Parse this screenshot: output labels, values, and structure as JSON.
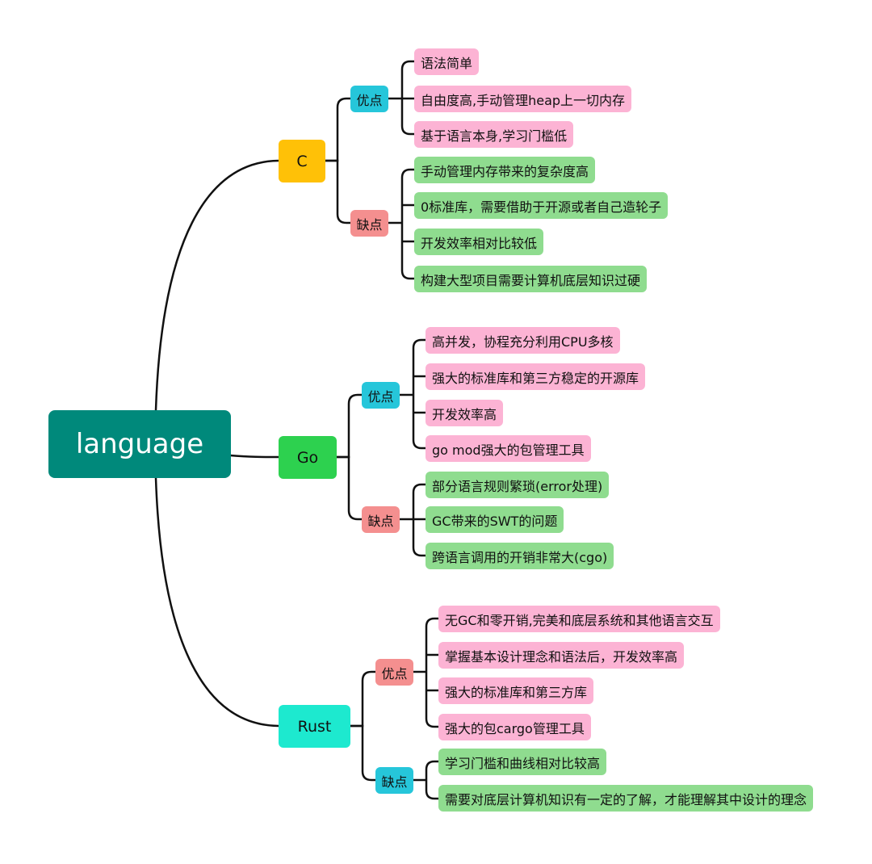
{
  "root": {
    "label": "language",
    "color": "#00897b"
  },
  "languages": [
    {
      "name": "C",
      "color": "#ffc107",
      "pros": {
        "label": "优点",
        "color": "#26c6da",
        "items": [
          "语法简单",
          "自由度高,手动管理heap上一切内存",
          "基于语言本身,学习门槛低"
        ]
      },
      "cons": {
        "label": "缺点",
        "color": "#f48f8f",
        "items": [
          "手动管理内存带来的复杂度高",
          "0标准库，需要借助于开源或者自己造轮子",
          "开发效率相对比较低",
          "构建大型项目需要计算机底层知识过硬"
        ]
      }
    },
    {
      "name": "Go",
      "color": "#2dd14f",
      "pros": {
        "label": "优点",
        "color": "#26c6da",
        "items": [
          "高并发，协程充分利用CPU多核",
          "强大的标准库和第三方稳定的开源库",
          "开发效率高",
          "go mod强大的包管理工具"
        ]
      },
      "cons": {
        "label": "缺点",
        "color": "#f48f8f",
        "items": [
          "部分语言规则繁琐(error处理)",
          "GC带来的SWT的问题",
          "跨语言调用的开销非常大(cgo)"
        ]
      }
    },
    {
      "name": "Rust",
      "color": "#1de9cf",
      "pros": {
        "label": "优点",
        "color": "#f48f8f",
        "items": [
          "无GC和零开销,完美和底层系统和其他语言交互",
          "掌握基本设计理念和语法后，开发效率高",
          "强大的标准库和第三方库",
          "强大的包cargo管理工具"
        ]
      },
      "cons": {
        "label": "缺点",
        "color": "#26c6da",
        "items": [
          "学习门槛和曲线相对比较高",
          "需要对底层计算机知识有一定的了解，才能理解其中设计的理念"
        ]
      }
    }
  ],
  "colors": {
    "pros_leaf": "#fcb3d4",
    "cons_leaf": "#8fdc8f",
    "line": "#111111"
  }
}
